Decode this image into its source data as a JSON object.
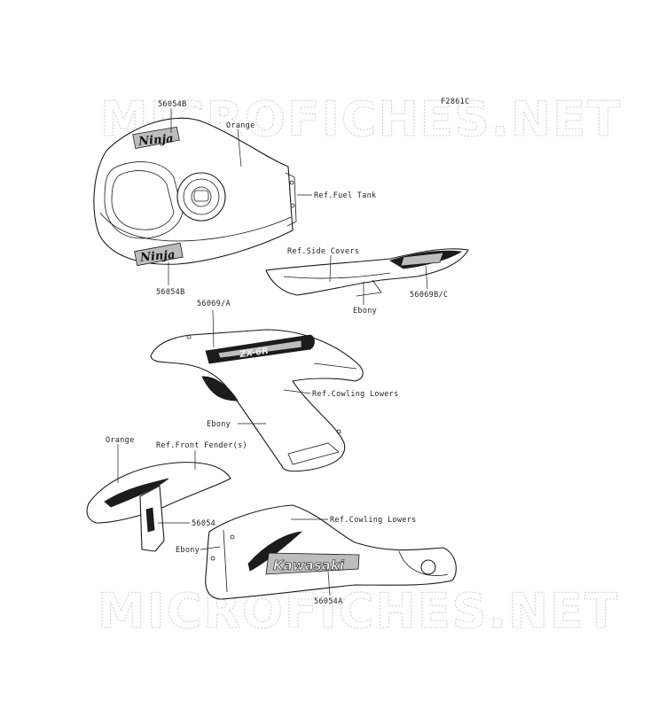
{
  "figure_code": "F2861C",
  "watermark": "MICROFICHES.NET",
  "labels": {
    "tank_top_part": "56054B",
    "tank_color": "Orange",
    "ref_fuel_tank": "Ref.Fuel Tank",
    "tank_bottom_part": "56054B",
    "ref_side_covers": "Ref.Side Covers",
    "side_cover_part": "56069B/C",
    "side_cover_color": "Ebony",
    "cowl_part": "56069/A",
    "ref_cowling_lowers_1": "Ref.Cowling Lowers",
    "cowl_color": "Ebony",
    "fender_color": "Orange",
    "ref_front_fender": "Ref.Front Fender(s)",
    "fender_part": "56054",
    "ref_cowling_lowers_2": "Ref.Cowling Lowers",
    "lower_color": "Ebony",
    "lower_part": "56054A"
  },
  "decals": {
    "ninja_top": "Ninja",
    "ninja_bottom": "Ninja",
    "zx6r": "ZX-6R",
    "kawasaki": "Kawasaki"
  }
}
